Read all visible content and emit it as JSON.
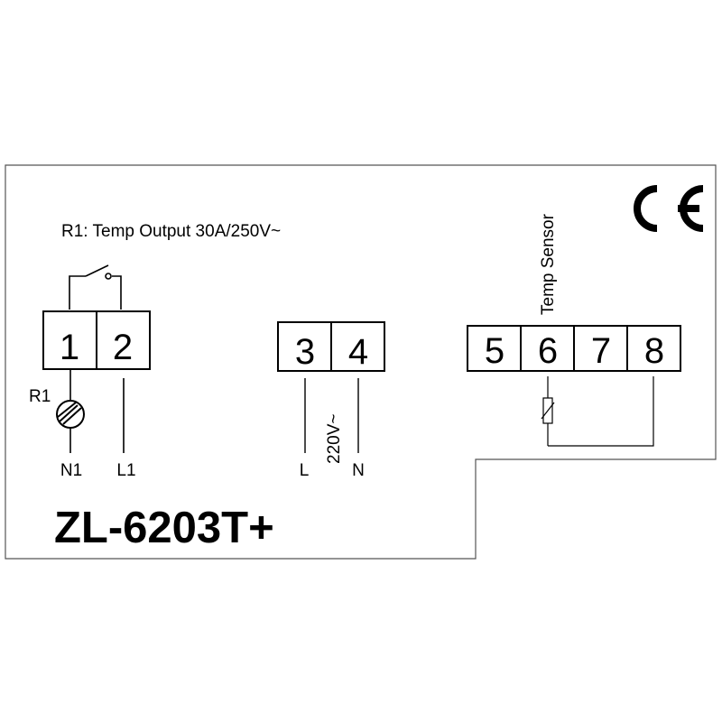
{
  "relay_label": "R1: Temp Output  30A/250V~",
  "model": "ZL-6203T+",
  "ce_mark": "CE",
  "colors": {
    "line": "#000000",
    "outline": "#555555",
    "background": "#ffffff"
  },
  "terminals": [
    {
      "number": "1",
      "name": "terminal-1"
    },
    {
      "number": "2",
      "name": "terminal-2"
    },
    {
      "number": "3",
      "name": "terminal-3"
    },
    {
      "number": "4",
      "name": "terminal-4"
    },
    {
      "number": "5",
      "name": "terminal-5"
    },
    {
      "number": "6",
      "name": "terminal-6"
    },
    {
      "number": "7",
      "name": "terminal-7"
    },
    {
      "number": "8",
      "name": "terminal-8"
    }
  ],
  "labels": {
    "r1": "R1",
    "n1": "N1",
    "l1": "L1",
    "l": "L",
    "n": "N",
    "voltage": "220V~",
    "sensor": "Temp Sensor"
  },
  "icons": {
    "relay_switch": "switch-contact-icon",
    "load": "compressor-load-icon",
    "sensor": "thermistor-icon"
  }
}
